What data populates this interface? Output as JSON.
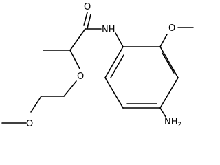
{
  "molecule": {
    "atoms": {
      "carbonyl_oxygen": "O",
      "amide_nitrogen": "NH",
      "ether_oxygen": "O",
      "terminal_methoxy_oxygen": "O",
      "ring_methoxy_oxygen": "O",
      "amine_nitrogen": "NH",
      "amine_subscript": "2"
    },
    "colors": {
      "bonds": "#000000",
      "labels": "#000000",
      "background": "#ffffff"
    }
  }
}
